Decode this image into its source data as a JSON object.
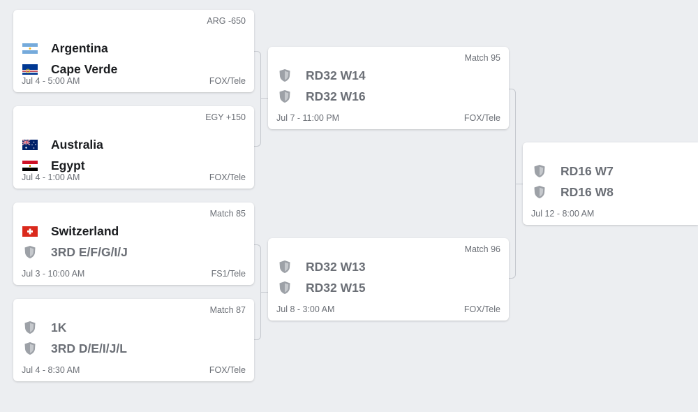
{
  "colors": {
    "background": "#eceef1",
    "card": "#ffffff",
    "text_primary": "#1a1c1f",
    "text_muted": "#6b6f76",
    "connector": "#c6c9cf"
  },
  "matches": [
    {
      "id": "m1",
      "info": "ARG -650",
      "teams": [
        {
          "name": "Argentina",
          "icon": "argentina-flag-icon",
          "tbd": false
        },
        {
          "name": "Cape Verde",
          "icon": "cape-verde-flag-icon",
          "tbd": false
        }
      ],
      "date": "Jul 4 - 5:00 AM",
      "tv": "FOX/Tele"
    },
    {
      "id": "m2",
      "info": "EGY +150",
      "teams": [
        {
          "name": "Australia",
          "icon": "australia-flag-icon",
          "tbd": false
        },
        {
          "name": "Egypt",
          "icon": "egypt-flag-icon",
          "tbd": false
        }
      ],
      "date": "Jul 4 - 1:00 AM",
      "tv": "FOX/Tele"
    },
    {
      "id": "m3",
      "info": "Match 85",
      "teams": [
        {
          "name": "Switzerland",
          "icon": "switzerland-flag-icon",
          "tbd": false
        },
        {
          "name": "3RD E/F/G/I/J",
          "icon": "shield-icon",
          "tbd": true
        }
      ],
      "date": "Jul 3 - 10:00 AM",
      "tv": "FS1/Tele"
    },
    {
      "id": "m4",
      "info": "Match 87",
      "teams": [
        {
          "name": "1K",
          "icon": "shield-icon",
          "tbd": true
        },
        {
          "name": "3RD D/E/I/J/L",
          "icon": "shield-icon",
          "tbd": true
        }
      ],
      "date": "Jul 4 - 8:30 AM",
      "tv": "FOX/Tele"
    },
    {
      "id": "m5",
      "info": "Match 95",
      "teams": [
        {
          "name": "RD32 W14",
          "icon": "shield-icon",
          "tbd": true
        },
        {
          "name": "RD32 W16",
          "icon": "shield-icon",
          "tbd": true
        }
      ],
      "date": "Jul 7 - 11:00 PM",
      "tv": "FOX/Tele"
    },
    {
      "id": "m6",
      "info": "Match 96",
      "teams": [
        {
          "name": "RD32 W13",
          "icon": "shield-icon",
          "tbd": true
        },
        {
          "name": "RD32 W15",
          "icon": "shield-icon",
          "tbd": true
        }
      ],
      "date": "Jul 8 - 3:00 AM",
      "tv": "FOX/Tele"
    },
    {
      "id": "m7",
      "info": "",
      "teams": [
        {
          "name": "RD16 W7",
          "icon": "shield-icon",
          "tbd": true
        },
        {
          "name": "RD16 W8",
          "icon": "shield-icon",
          "tbd": true
        }
      ],
      "date": "Jul 12 - 8:00 AM",
      "tv": ""
    }
  ]
}
